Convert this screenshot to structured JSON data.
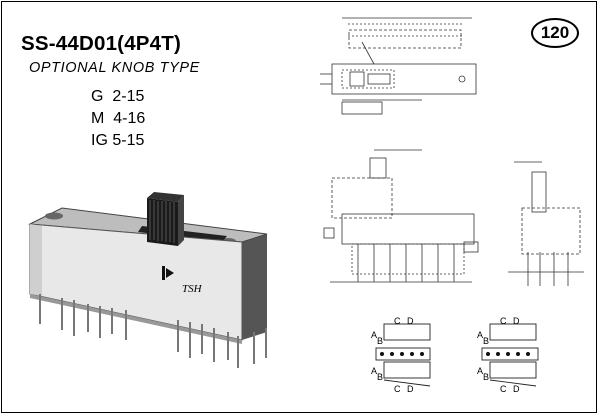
{
  "header": {
    "model": "SS-44D01(4P4T)",
    "knob_note": "OPTIONAL KNOB TYPE"
  },
  "knob_options": [
    {
      "code": "G",
      "range": "2-15"
    },
    {
      "code": "M",
      "range": "4-16"
    },
    {
      "code": "IG",
      "range": "5-15"
    }
  ],
  "page_number": "120",
  "product_photo": {
    "brand_mark": "TSH"
  },
  "drawing": {
    "terminal_labels": [
      "A",
      "B",
      "C",
      "D"
    ]
  }
}
